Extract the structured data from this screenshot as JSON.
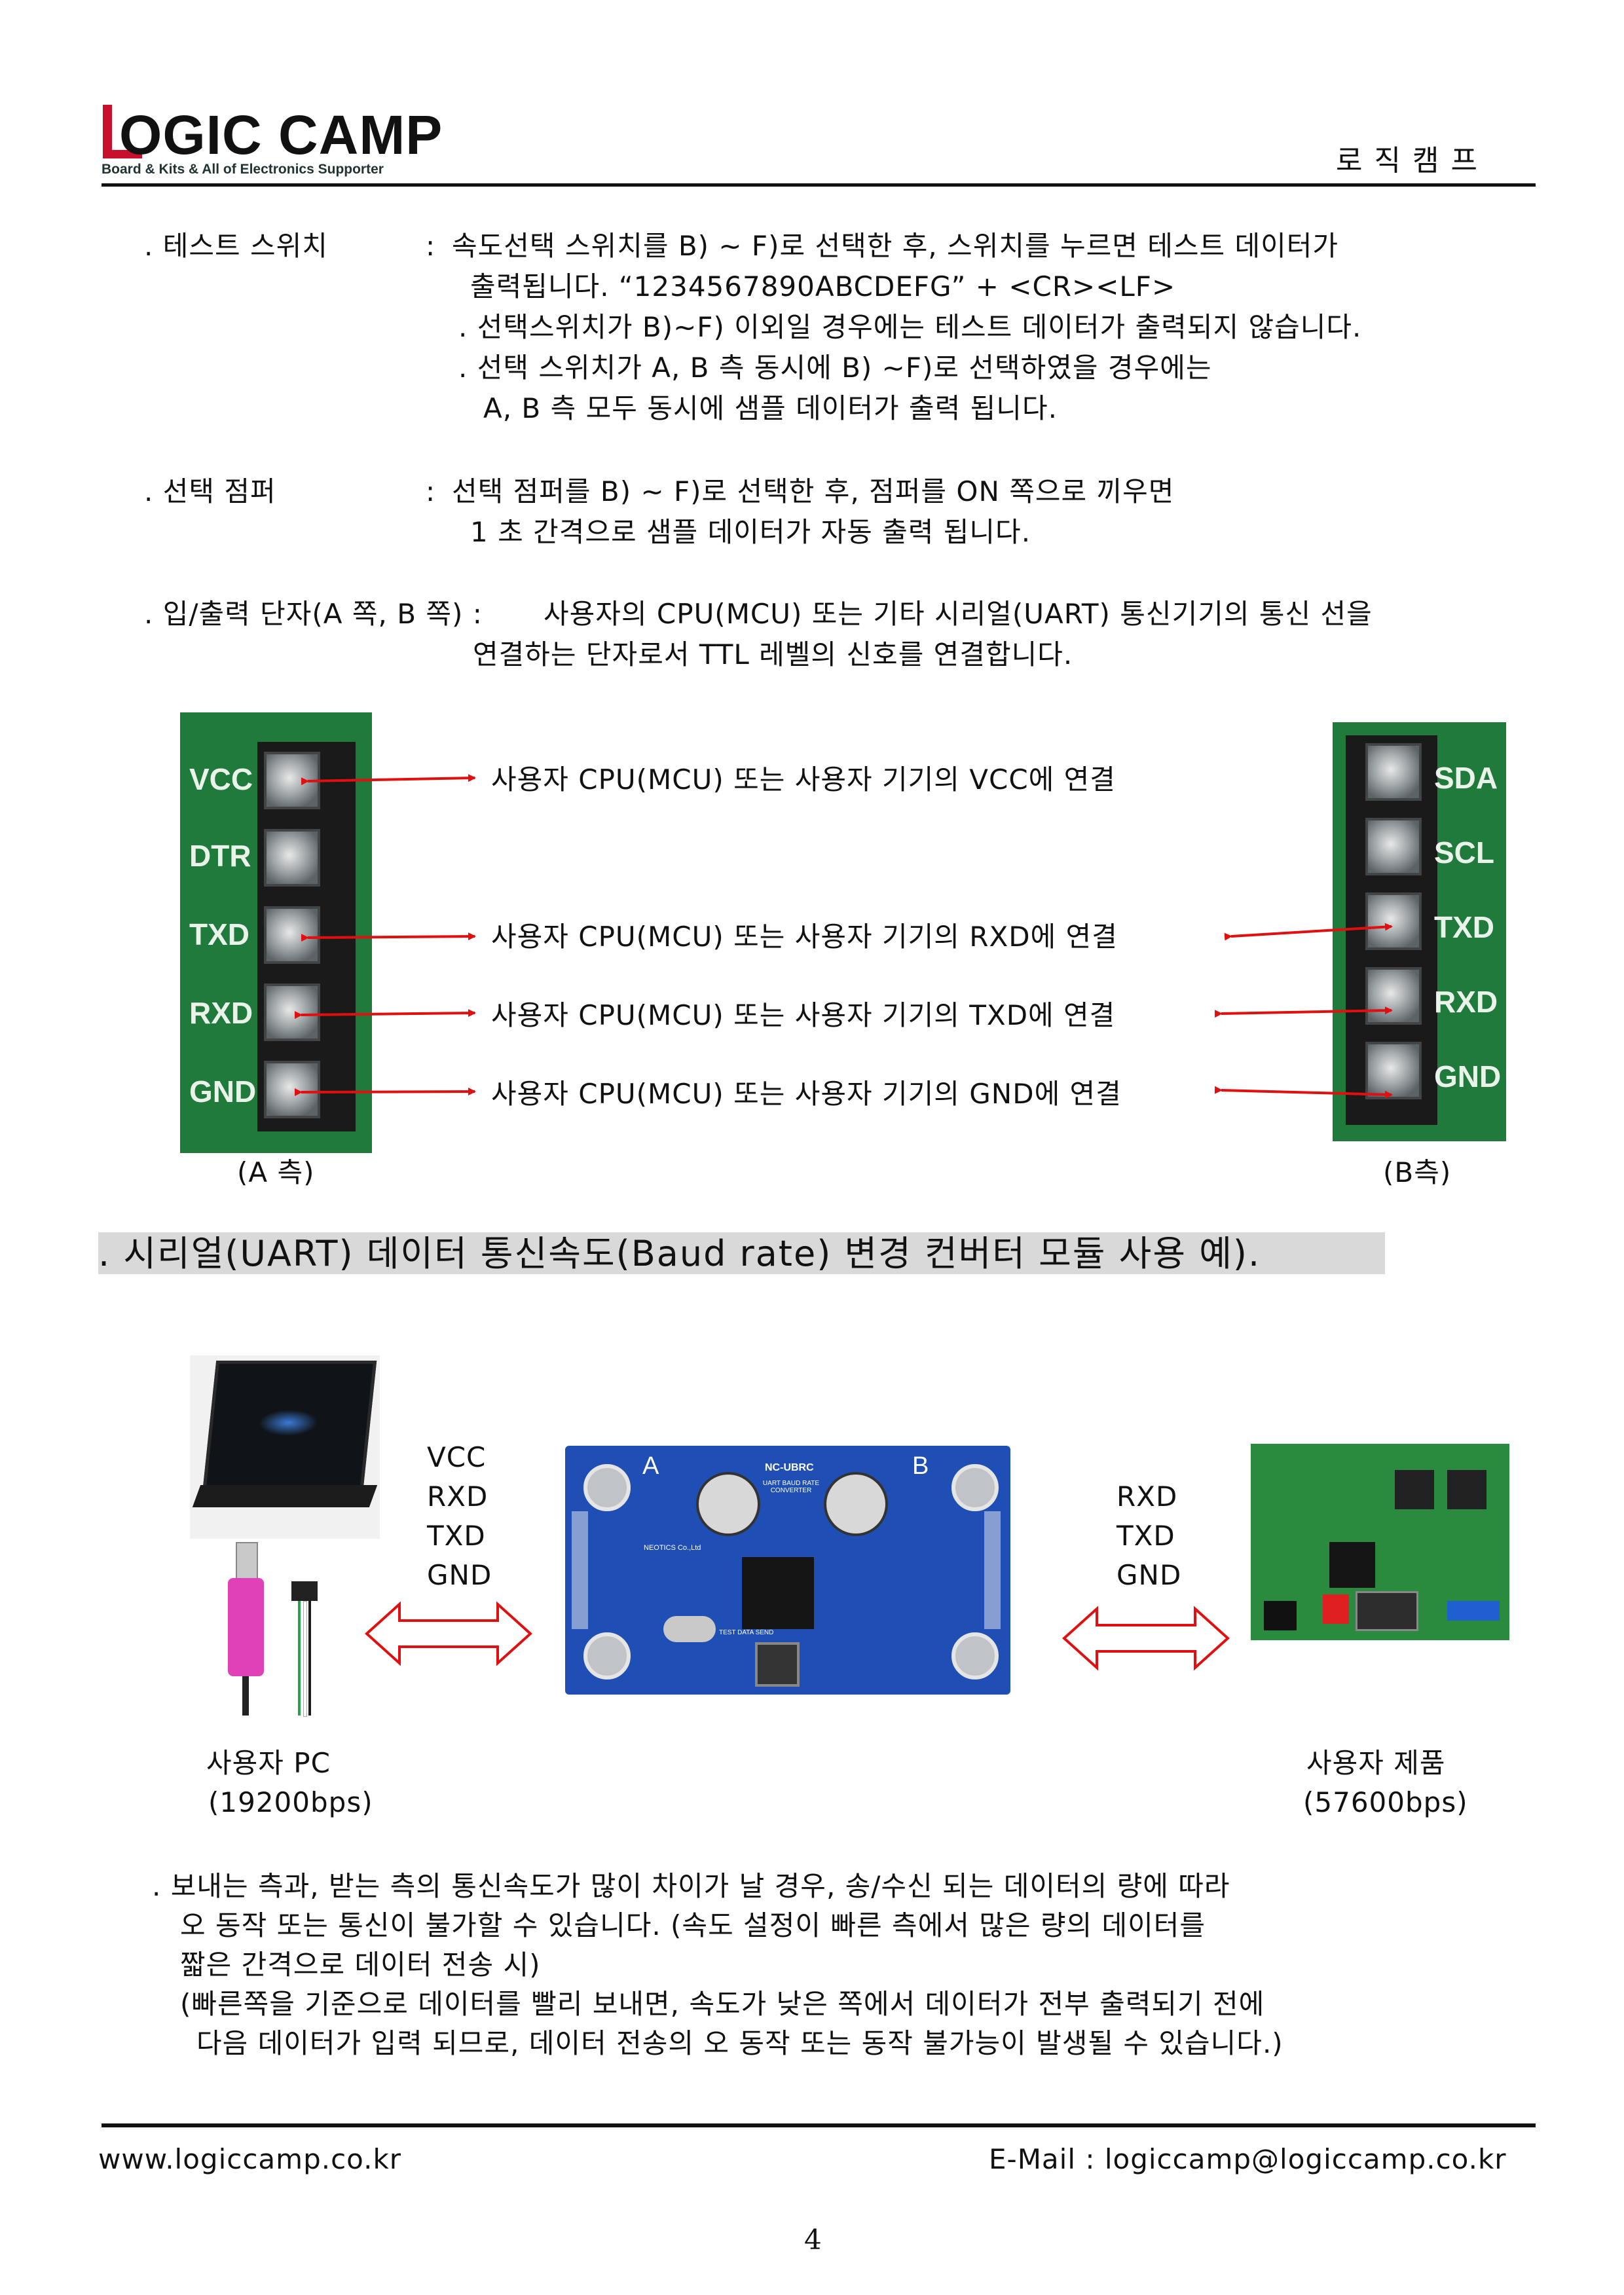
{
  "header": {
    "logo_text": "OGIC CAMP",
    "logo_subtitle": "Board & Kits & All of Electronics Supporter",
    "right_title": "로직캠프"
  },
  "sections": {
    "test_switch": {
      "label": ". 테스트 스위치",
      "colon": ":",
      "lines": [
        "속도선택 스위치를 B) ~ F)로 선택한 후, 스위치를 누르면 테스트 데이터가",
        "출력됩니다. “1234567890ABCDEFG” + <CR><LF>",
        ". 선택스위치가 B)~F) 이외일 경우에는 테스트 데이터가 출력되지 않습니다.",
        ". 선택 스위치가 A, B 측 동시에 B) ~F)로 선택하였을 경우에는",
        "A, B 측 모두 동시에 샘플 데이터가 출력 됩니다."
      ]
    },
    "jumper": {
      "label": ". 선택 점퍼",
      "colon": ":",
      "lines": [
        "선택 점퍼를 B) ~ F)로 선택한 후, 점퍼를 ON 쪽으로 끼우면",
        "1 초 간격으로 샘플 데이터가 자동 출력 됩니다."
      ]
    },
    "io": {
      "label": ". 입/출력 단자(A 쪽, B 쪽) :",
      "lines": [
        "사용자의 CPU(MCU) 또는 기타 시리얼(UART) 통신기기의 통신 선을",
        "연결하는 단자로서 TTL 레벨의 신호를 연결합니다."
      ]
    }
  },
  "pinout": {
    "side_a_pins": [
      "VCC",
      "DTR",
      "TXD",
      "RXD",
      "GND"
    ],
    "side_b_pins": [
      "SDA",
      "SCL",
      "TXD",
      "RXD",
      "GND"
    ],
    "connections": [
      "사용자 CPU(MCU) 또는 사용자 기기의 VCC에 연결",
      "사용자 CPU(MCU) 또는 사용자 기기의 RXD에 연결",
      "사용자 CPU(MCU) 또는 사용자 기기의 TXD에 연결",
      "사용자 CPU(MCU) 또는 사용자 기기의 GND에 연결"
    ],
    "caption_a": "(A 측)",
    "caption_b": "(B측)"
  },
  "section_heading": ". 시리얼(UART) 데이터 통신속도(Baud rate) 변경 컨버터 모듈 사용 예).",
  "diagram": {
    "left_signals": [
      "VCC",
      "RXD",
      "TXD",
      "GND"
    ],
    "right_signals": [
      "RXD",
      "TXD",
      "GND"
    ],
    "pc_label": "사용자 PC",
    "pc_rate": "(19200bps)",
    "product_label": "사용자 제품",
    "product_rate": "(57600bps)",
    "board_title": "NC-UBRC",
    "board_sub": "UART BAUD RATE CONVERTER",
    "board_mfr": "NEOTICS Co.,Ltd",
    "board_a": "A",
    "board_b": "B",
    "board_test": "TEST DATA SEND"
  },
  "notes": [
    ". 보내는 측과, 받는 측의 통신속도가 많이 차이가 날 경우, 송/수신 되는 데이터의 량에 따라",
    "오 동작 또는 통신이 불가할 수 있습니다. (속도 설정이 빠른 측에서 많은 량의 데이터를",
    "짧은 간격으로 데이터 전송 시)",
    "(빠른쪽을 기준으로 데이터를 빨리 보내면, 속도가 낮은 쪽에서 데이터가 전부 출력되기 전에",
    "다음 데이터가 입력 되므로, 데이터 전송의 오 동작 또는 동작 불가능이 발생될 수 있습니다.)"
  ],
  "footer": {
    "website": "www.logiccamp.co.kr",
    "email": "E-Mail : logiccamp@logiccamp.co.kr",
    "page": "4"
  },
  "colors": {
    "brand_red": "#c8102e",
    "pcb_green": "#1f7a3c",
    "board_blue": "#1f4fb4",
    "arrow_red": "#e01010"
  }
}
